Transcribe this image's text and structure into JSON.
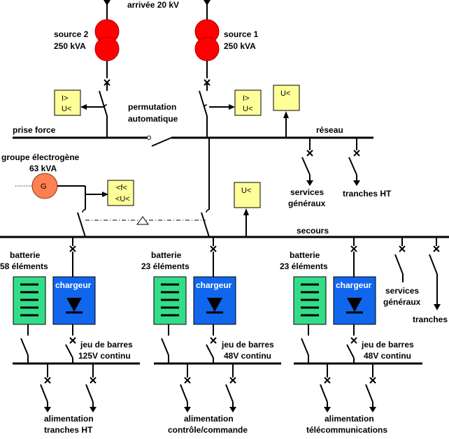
{
  "labels": {
    "arrivee": "arrivée 20 kV",
    "source2_a": "source 2",
    "source2_b": "250 kVA",
    "source1_a": "source 1",
    "source1_b": "250 kVA",
    "permutation_a": "permutation",
    "permutation_b": "automatique",
    "prise_force": "prise force",
    "reseau": "réseau",
    "groupe_a": "groupe électrogène",
    "groupe_b": "63 kVA",
    "generator": "G",
    "services_gen_top_a": "services",
    "services_gen_top_b": "généraux",
    "tranches_ht_top": "tranches HT",
    "secours": "secours",
    "batt1_a": "batterie",
    "batt1_b": "58 éléments",
    "batt2_a": "batterie",
    "batt2_b": "23 éléments",
    "batt3_a": "batterie",
    "batt3_b": "23 éléments",
    "chargeur": "chargeur",
    "services_gen_right_a": "services",
    "services_gen_right_b": "généraux",
    "tranches_ht_right": "tranches HT",
    "jdb1_a": "jeu de barres",
    "jdb1_b": "125V continu",
    "jdb2_a": "jeu de barres",
    "jdb2_b": "48V continu",
    "jdb3_a": "jeu de barres",
    "jdb3_b": "48V continu",
    "alim1_a": "alimentation",
    "alim1_b": "tranches HT",
    "alim2_a": "alimentation",
    "alim2_b": "contrôle/commande",
    "alim3_a": "alimentation",
    "alim3_b": "télécommunications"
  },
  "relays": {
    "relay_src2_a": "I>",
    "relay_src2_b": "U<",
    "relay_src1_a": "I>",
    "relay_src1_b": "U<",
    "relay_reseau": "U<",
    "relay_gen_a": "<f<",
    "relay_gen_b": "<U<",
    "relay_secours": "U<"
  },
  "colors": {
    "transformer": "#ff0000",
    "generator": "#ff8050",
    "relay_box": "#ffff99",
    "battery": "#33dd88",
    "charger": "#1166ee"
  }
}
